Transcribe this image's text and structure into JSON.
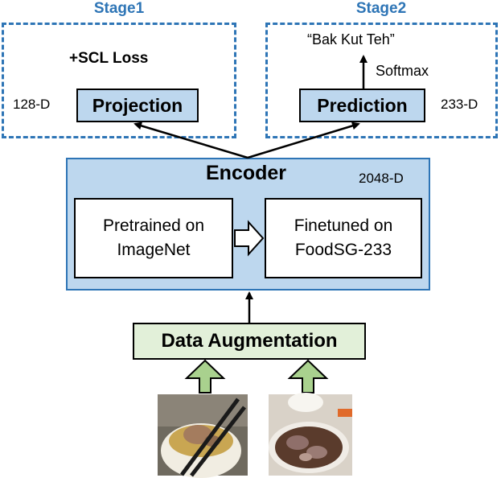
{
  "stage1": {
    "title": "Stage1",
    "loss_label": "+SCL Loss",
    "dim_label": "128-D",
    "projection_label": "Projection"
  },
  "stage2": {
    "title": "Stage2",
    "output_label": "“Bak Kut Teh”",
    "softmax_label": "Softmax",
    "dim_label": "233-D",
    "prediction_label": "Prediction"
  },
  "encoder": {
    "title": "Encoder",
    "dim_label": "2048-D",
    "pretrained_label": "Pretrained on\nImageNet",
    "finetuned_label": "Finetuned on\nFoodSG-233"
  },
  "augmentation": {
    "label": "Data Augmentation"
  },
  "images": [
    {
      "icon": "bak-kut-teh-bowl-with-chopsticks-photo"
    },
    {
      "icon": "bak-kut-teh-plate-with-rice-photo"
    }
  ],
  "colors": {
    "stage_blue": "#2e75b6",
    "box_blue": "#bdd7ee",
    "box_green": "#e2f0d9",
    "arrow_green": "#a9d18e"
  }
}
